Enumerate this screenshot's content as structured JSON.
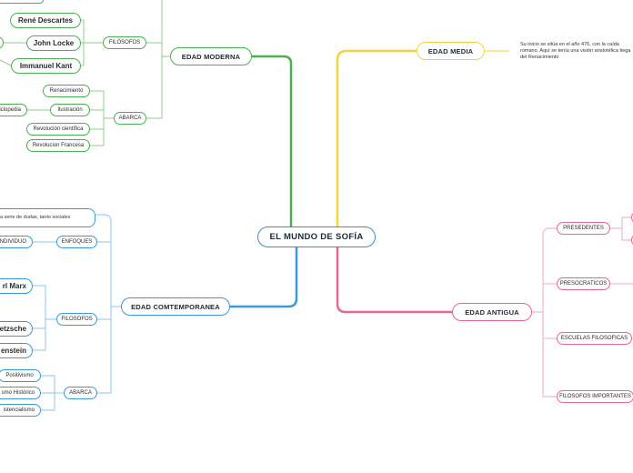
{
  "root": "EL MUNDO DE SOFÍA",
  "branches": {
    "moderna": {
      "label": "EDAD MODERNA",
      "filosofos": {
        "label": "FILÓSOFOS",
        "items": [
          "René Descartes",
          "John Locke",
          "Immanuel Kant"
        ]
      },
      "abarca": {
        "label": "ABARCA",
        "items": [
          "Renacimiento",
          "Ilustración",
          "Revolución científica",
          "Revolucion Francesa",
          "iclopedia"
        ]
      }
    },
    "media": {
      "label": "EDAD MEDIA",
      "note": "Su inicio se sitúa en el año 476, con la caída romano. Aquí se tenía una visión aristotélica tiega del Renacimiento"
    },
    "contemporanea": {
      "label": "EDAD COMTEMPORANEA",
      "note": "a serie de dudas, tanto sociales",
      "enfoques": {
        "label": "ENFOQUES",
        "item": "INDIVIDUO"
      },
      "filosofos": {
        "label": "FILOSOFOS",
        "items": [
          "rl Marx",
          "etzsche",
          "enstein"
        ]
      },
      "abarca": {
        "label": "ABARCA",
        "items": [
          "Positivismo",
          "smo Histórico",
          "istencialismo"
        ]
      }
    },
    "antigua": {
      "label": "EDAD ANTIGUA",
      "items": [
        "PRESEDENTES",
        "PRESOCRATICOS",
        "ESCUELAS FILOSOFICAS",
        "FILOSOFOS IMPORTANTES"
      ]
    }
  }
}
